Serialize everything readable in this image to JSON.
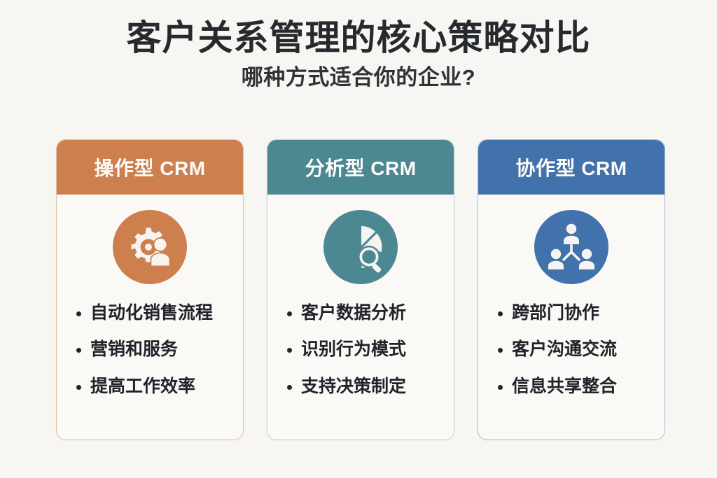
{
  "header": {
    "title": "客户关系管理的核心策略对比",
    "subtitle": "哪种方式适合你的企业?"
  },
  "theme": {
    "background": "#f7f6f2",
    "card_background": "#faf9f6",
    "title_color": "#262a2e",
    "text_color": "#20242a"
  },
  "cards": [
    {
      "title": "操作型 CRM",
      "accent": "#ce7f4e",
      "border": "#e0c3a4",
      "icon": "gear-user-icon",
      "bullets": [
        "自动化销售流程",
        "营销和服务",
        "提高工作效率"
      ]
    },
    {
      "title": "分析型 CRM",
      "accent": "#4c8892",
      "border": "#bcd3d8",
      "icon": "pie-chart-magnifier-icon",
      "bullets": [
        "客户数据分析",
        "识别行为模式",
        "支持决策制定"
      ]
    },
    {
      "title": "协作型 CRM",
      "accent": "#4272ab",
      "border": "#a8bad2",
      "icon": "team-network-icon",
      "bullets": [
        "跨部门协作",
        "客户沟通交流",
        "信息共享整合"
      ]
    }
  ]
}
